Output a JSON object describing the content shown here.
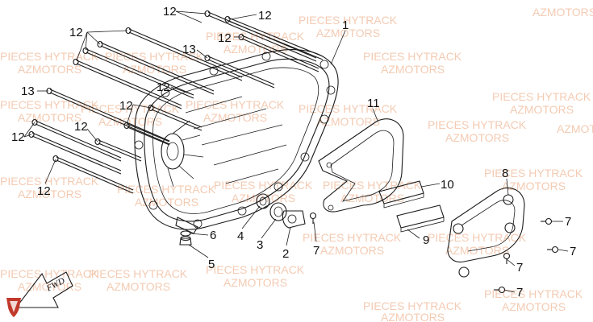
{
  "watermark": {
    "line1": "PIECES HYTRACK",
    "line2": "AZMOTORS",
    "alt2": "AZMOTORS"
  },
  "fwd_label": "FWD",
  "callouts": {
    "c1": "1",
    "c2": "2",
    "c3": "3",
    "c4": "4",
    "c5": "5",
    "c6": "6",
    "c7": "7",
    "c8": "8",
    "c9": "9",
    "c10": "10",
    "c11": "11",
    "c12": "12",
    "c13": "13"
  },
  "colors": {
    "line": "#1a1a1a",
    "watermark": "#f2c2a6",
    "logo": "#c0392b"
  }
}
